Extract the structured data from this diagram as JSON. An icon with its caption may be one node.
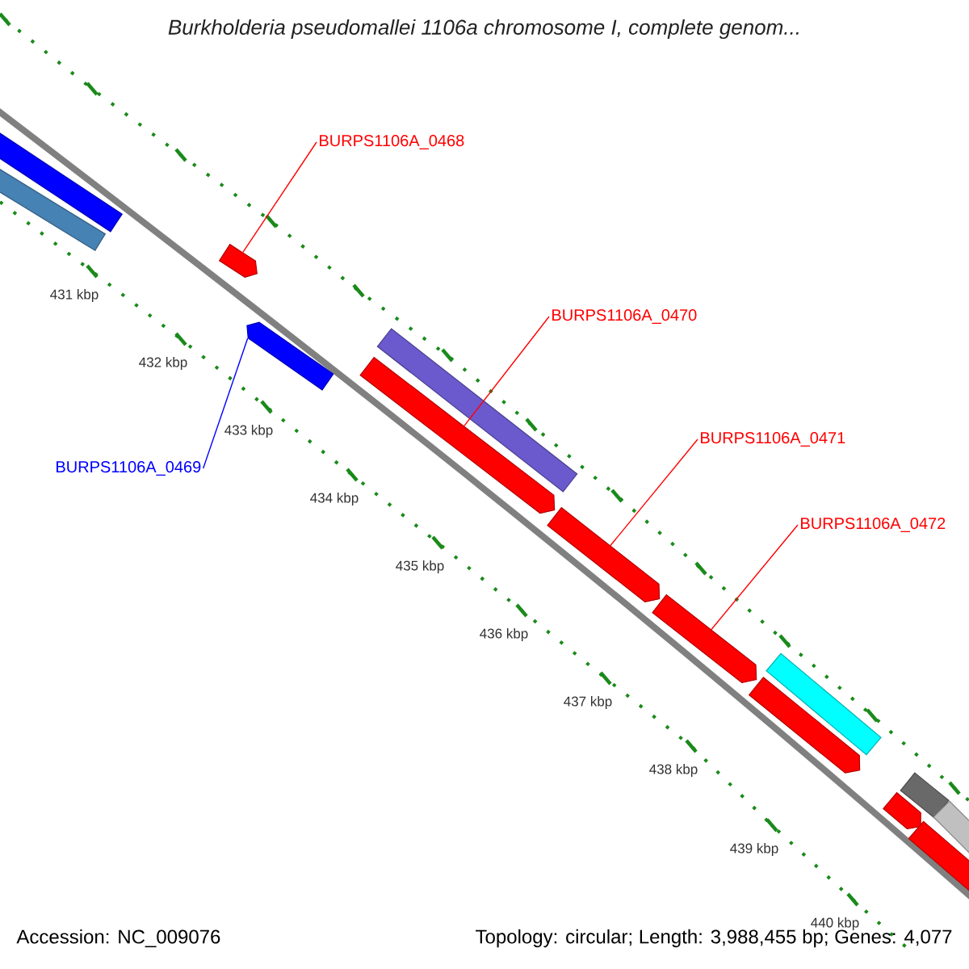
{
  "diagram": {
    "title": "Burkholderia pseudomallei 1106a chromosome I, complete genom...",
    "nodes": [
      {
        "text": [
          "BURPS1106A_0468"
        ]
      },
      {
        "text": [
          "BURPS1106A_0469"
        ]
      },
      {
        "text": [
          "BURPS1106A_0470"
        ]
      },
      {
        "text": [
          "BURPS1106A_0471"
        ]
      },
      {
        "text": [
          "BURPS1106A_0472"
        ]
      },
      {
        "text": [],
        "shape": "bar"
      },
      {
        "text": [],
        "shape": "bar"
      },
      {
        "text": [],
        "shape": "arrow"
      },
      {
        "text": [],
        "shape": "arrow"
      },
      {
        "text": [],
        "shape": "bar"
      },
      {
        "text": [],
        "shape": "arrow"
      },
      {
        "text": [],
        "shape": "arrow"
      },
      {
        "text": [],
        "shape": "arrow"
      },
      {
        "text": [],
        "shape": "bar"
      },
      {
        "text": [],
        "shape": "arrow"
      },
      {
        "text": [],
        "shape": "arrow"
      },
      {
        "text": [],
        "shape": "bar"
      },
      {
        "text": [],
        "shape": "bar"
      },
      {
        "text": [],
        "shape": "arrow"
      }
    ],
    "edges": [
      {
        "from": 0,
        "to": 7,
        "arrow": "none"
      },
      {
        "from": 1,
        "to": 8,
        "arrow": "none",
        "color": "#0000ff"
      },
      {
        "from": 2,
        "to": 10,
        "arrow": "none"
      },
      {
        "from": 3,
        "to": 11,
        "arrow": "none"
      },
      {
        "from": 4,
        "to": 12,
        "arrow": "none"
      }
    ],
    "labels": [
      "431 kbp",
      "432 kbp",
      "433 kbp",
      "434 kbp",
      "435 kbp",
      "436 kbp",
      "437 kbp",
      "438 kbp",
      "439 kbp",
      "440 kbp",
      "Accession: NC_009076",
      "Topology: circular; Length: 3,988,455 bp; Genes: 4,077"
    ]
  }
}
